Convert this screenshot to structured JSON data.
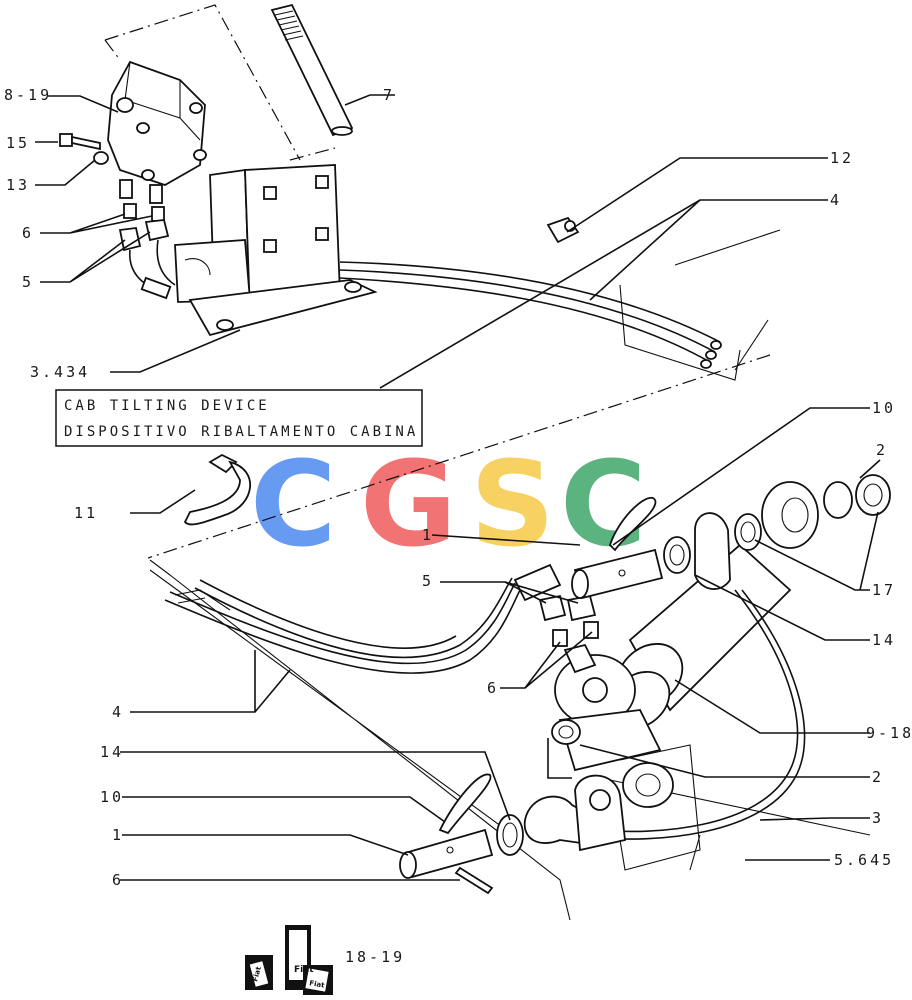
{
  "caption": {
    "line1": "CAB TILTING DEVICE",
    "line2": "DISPOSITIVO RIBALTAMENTO CABINA"
  },
  "watermark": {
    "letters": [
      "C",
      "G",
      "S",
      "C"
    ],
    "colors": [
      "#4d8af0",
      "#ef5b5b",
      "#f7c948",
      "#3fa66a"
    ]
  },
  "callouts": {
    "c_8_19": "8-19",
    "c_15": "15",
    "c_13": "13",
    "c_6_top": "6",
    "c_5_top": "5",
    "c_3_434": "3.434",
    "c_7": "7",
    "c_12": "12",
    "c_4_top": "4",
    "c_10_top": "10",
    "c_2_top": "2",
    "c_11": "11",
    "c_1_mid": "1",
    "c_5_mid": "5",
    "c_17": "17",
    "c_14_right": "14",
    "c_6_mid": "6",
    "c_4_left": "4",
    "c_9_18": "9-18",
    "c_14_left": "14",
    "c_2_right": "2",
    "c_10_left": "10",
    "c_3_right": "3",
    "c_1_left": "1",
    "c_5_645": "5.645",
    "c_6_left": "6",
    "c_18_19": "18-19"
  },
  "logo_text": [
    "Fiat",
    "Fiat",
    "Fiat"
  ]
}
